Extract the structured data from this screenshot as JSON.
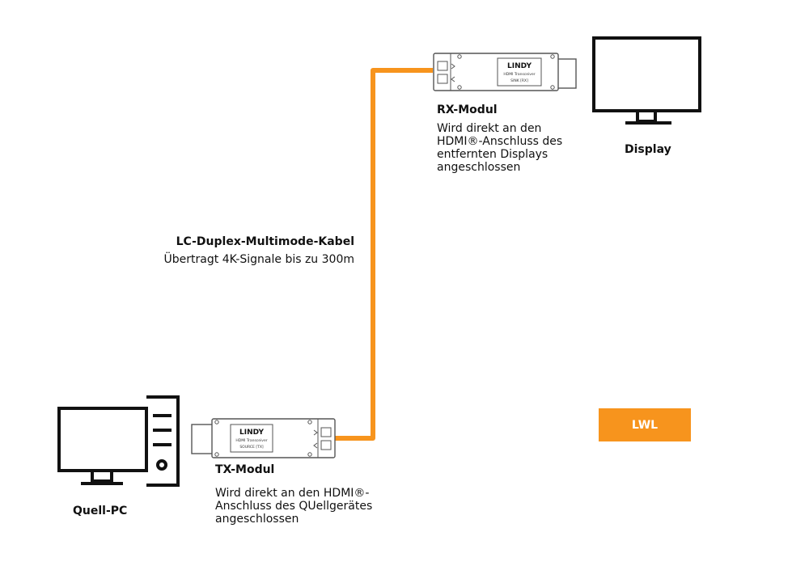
{
  "colors": {
    "cable": "#f7941d",
    "badge_bg": "#f7941d",
    "outline": "#111111",
    "module_outline": "#555555"
  },
  "rx_module": {
    "brand": "LINDY",
    "product_line": "HDMI Transceiver",
    "mode": "SINK [RX]",
    "title": "RX-Modul",
    "description": [
      "Wird direkt an den",
      "HDMI®-Anschluss des",
      "entfernten Displays",
      "angeschlossen"
    ]
  },
  "tx_module": {
    "brand": "LINDY",
    "product_line": "HDMI Transceiver",
    "mode": "SOURCE [TX]",
    "title": "TX-Modul",
    "description": [
      "Wird direkt an den HDMI®-",
      "Anschluss des QUellgerätes",
      "angeschlossen"
    ]
  },
  "display": {
    "label": "Display",
    "icon": "monitor-icon"
  },
  "source_pc": {
    "label": "Quell-PC",
    "icon": "desktop-pc-icon"
  },
  "cable": {
    "title": "LC-Duplex-Multimode-Kabel",
    "description": "Übertragt 4K-Signale bis zu 300m"
  },
  "badge": {
    "label": "LWL"
  }
}
